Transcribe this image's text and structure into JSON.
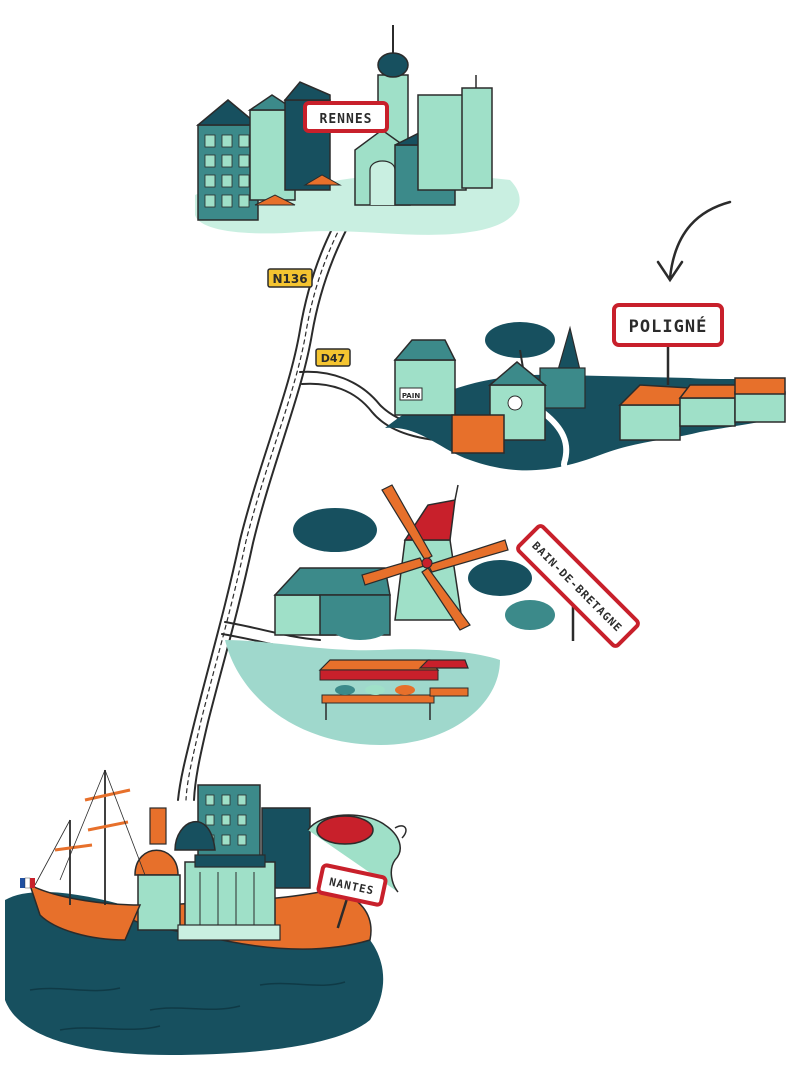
{
  "places": {
    "rennes": "RENNES",
    "poligne": "POLIGNÉ",
    "bain": "BAIN-DE-BRETAGNE",
    "nantes": "NANTES"
  },
  "roads": {
    "n136": "N136",
    "d47": "D47"
  },
  "labels": {
    "bakery": "PAIN"
  },
  "colors": {
    "teal_dark": "#17505f",
    "teal_mid": "#3c8a8a",
    "mint": "#9fe0c8",
    "mint_light": "#c9efe1",
    "orange": "#e7702b",
    "red_sign": "#c8202b",
    "ink": "#2b2b2b"
  }
}
